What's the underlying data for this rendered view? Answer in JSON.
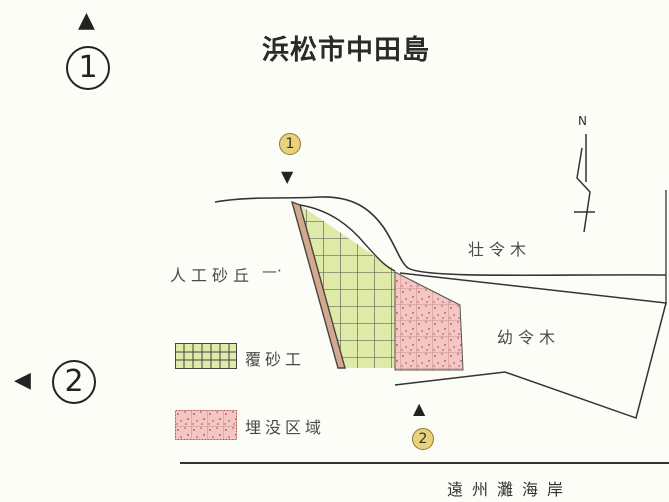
{
  "title": "浜松市中田島",
  "markers": {
    "one": "1",
    "two": "2"
  },
  "north_label": "N",
  "labels": {
    "artificial_dune": "人工砂丘",
    "mature_forest": "壮令木",
    "young_forest": "幼令木",
    "coast": "遠州灘海岸"
  },
  "legend": {
    "sand_cover": "覆砂工",
    "buried_area": "埋没区域"
  },
  "colors": {
    "sand_cover_fill": "#dfe9a8",
    "buried_fill": "#f4c7c4",
    "dune_fill": "#d3a98e",
    "marker_fill": "#e9d27a"
  },
  "icons": {
    "arrow_up": "arrow-up-icon",
    "arrow_left": "arrow-left-icon",
    "arrow_down": "arrow-down-icon",
    "north_arrow": "north-arrow-icon"
  }
}
